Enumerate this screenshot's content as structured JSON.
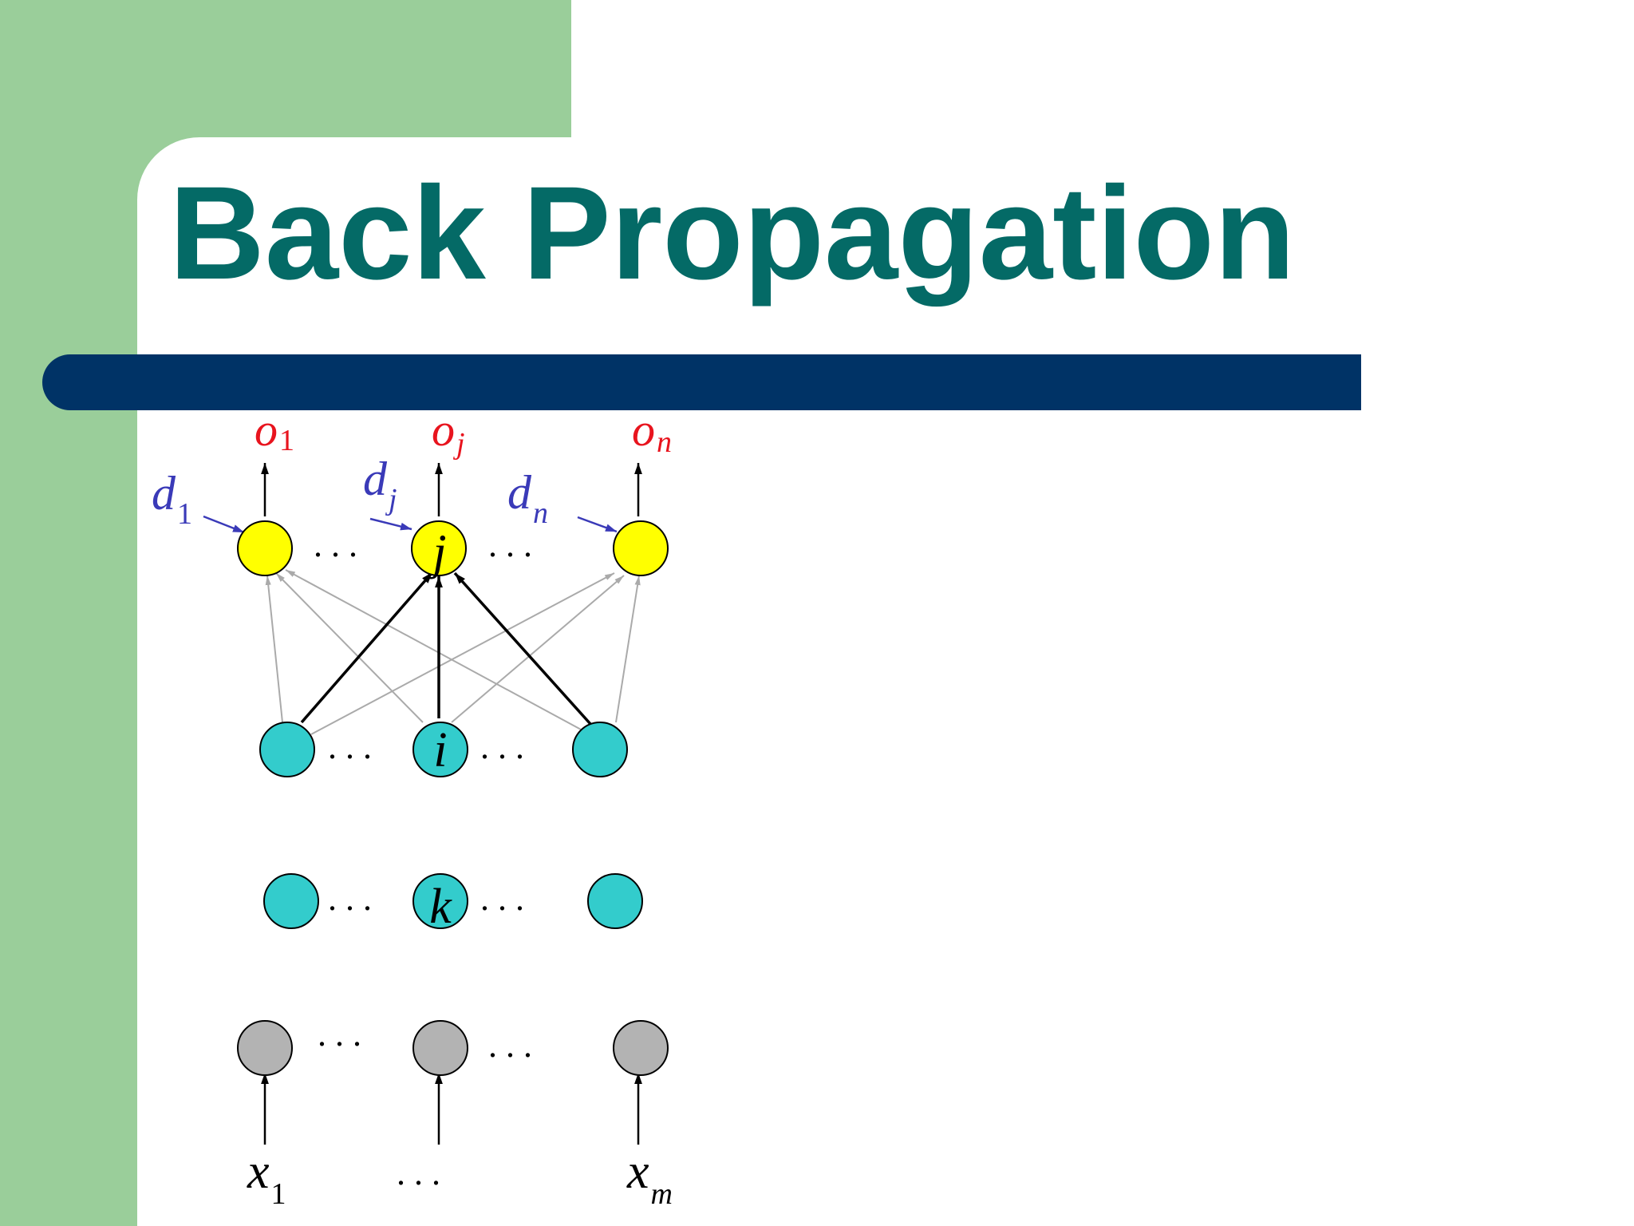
{
  "title": "Back Propagation",
  "colors": {
    "sidebar": "#9ACE9A",
    "title": "#046A66",
    "bar": "#003366",
    "output_label": "#E8141E",
    "target_label": "#3A3AB8",
    "output_node": "#FFFF00",
    "hidden_node": "#33CCCC",
    "input_node": "#B3B3B3",
    "active_edge": "#000000",
    "faded_edge": "#AAAAAA"
  },
  "diagram": {
    "outputs": [
      {
        "var": "o",
        "sub": "1"
      },
      {
        "var": "o",
        "sub": "j"
      },
      {
        "var": "o",
        "sub": "n"
      }
    ],
    "targets": [
      {
        "var": "d",
        "sub": "1"
      },
      {
        "var": "d",
        "sub": "j"
      },
      {
        "var": "d",
        "sub": "n"
      }
    ],
    "output_layer_center_label": "j",
    "hidden_layer_center_label": "i",
    "lower_hidden_layer_center_label": "k",
    "inputs": [
      {
        "var": "x",
        "sub": "1"
      },
      {
        "var": "x",
        "sub": "m"
      }
    ],
    "ellipsis": ". . ."
  }
}
